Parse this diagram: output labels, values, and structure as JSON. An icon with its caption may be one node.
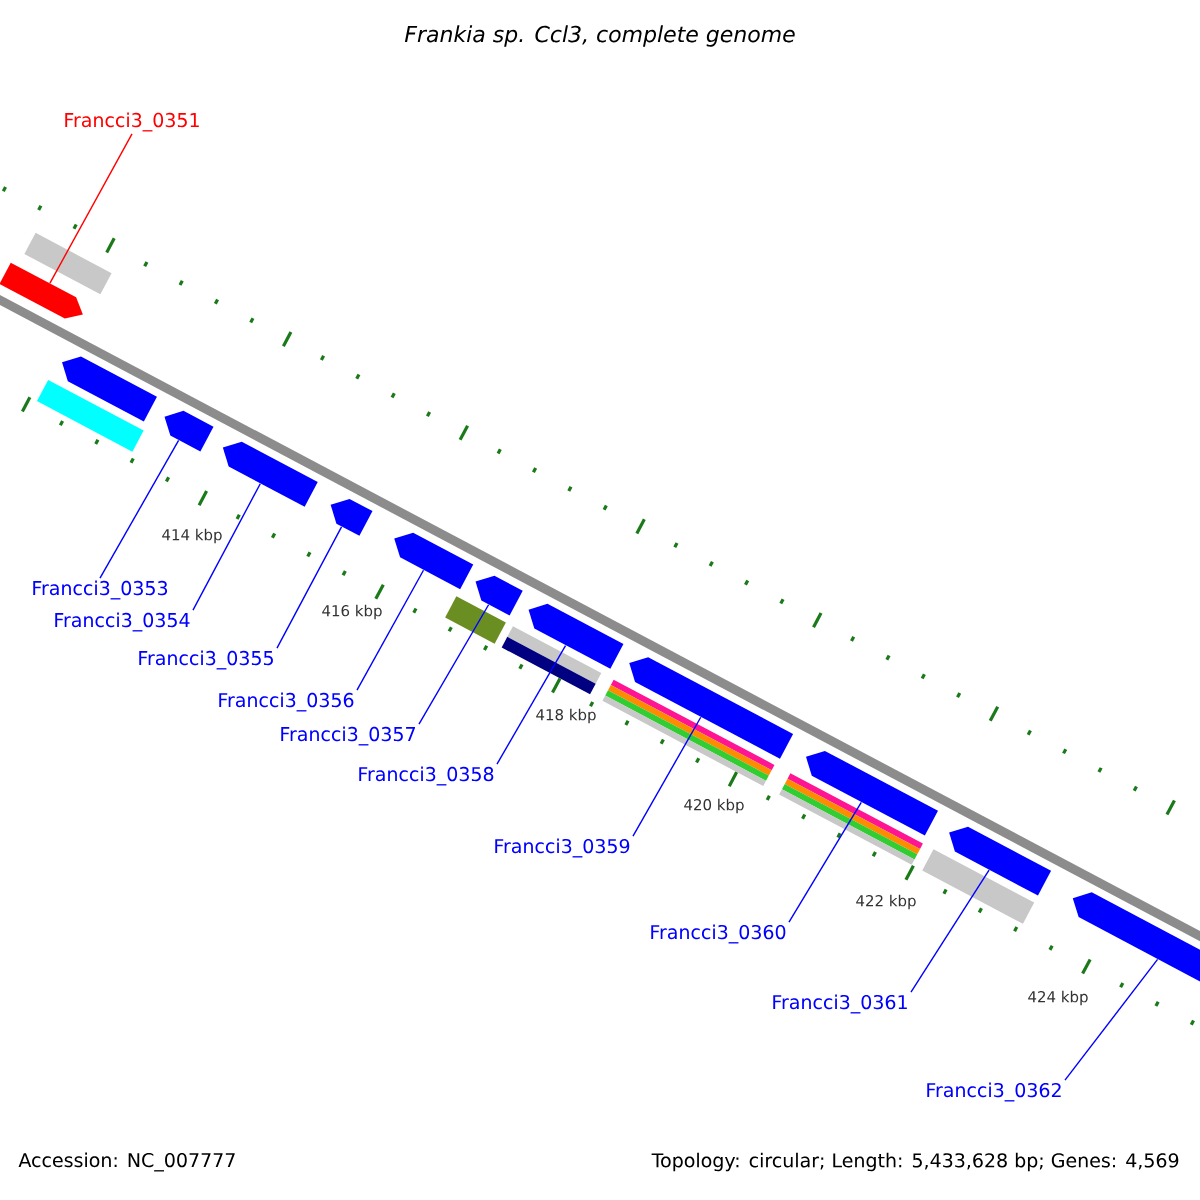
{
  "diagram": {
    "title": "Frankia sp. Ccl3, complete genome",
    "nodes": [
      {
        "text": [
          "Francci3_0351"
        ]
      },
      {
        "text": [],
        "shape": "arrow"
      },
      {
        "text": [
          "Francci3_0353"
        ]
      },
      {
        "text": [
          "Francci3_0354"
        ]
      },
      {
        "text": [
          "Francci3_0355"
        ]
      },
      {
        "text": [
          "Francci3_0356"
        ]
      },
      {
        "text": [
          "Francci3_0357"
        ]
      },
      {
        "text": [
          "Francci3_0358"
        ]
      },
      {
        "text": [
          "Francci3_0359"
        ]
      },
      {
        "text": [
          "Francci3_0360"
        ]
      },
      {
        "text": [
          "Francci3_0361"
        ]
      },
      {
        "text": [
          "Francci3_0362"
        ]
      },
      {
        "text": [],
        "shape": "arrow"
      },
      {
        "text": [],
        "shape": "arrow"
      },
      {
        "text": [],
        "shape": "arrow"
      },
      {
        "text": [],
        "shape": "arrow"
      },
      {
        "text": [],
        "shape": "arrow"
      },
      {
        "text": [],
        "shape": "arrow"
      },
      {
        "text": [],
        "shape": "arrow"
      },
      {
        "text": [],
        "shape": "arrow"
      },
      {
        "text": [],
        "shape": "arrow"
      },
      {
        "text": [],
        "shape": "arrow"
      },
      {
        "text": [],
        "shape": "arrow"
      }
    ],
    "edges": [
      {
        "from": 0,
        "to": 1,
        "arrow": "none",
        "color": "#ff0000"
      },
      {
        "from": 2,
        "to": 13,
        "arrow": "none"
      },
      {
        "from": 3,
        "to": 14,
        "arrow": "none"
      },
      {
        "from": 4,
        "to": 15,
        "arrow": "none"
      },
      {
        "from": 5,
        "to": 16,
        "arrow": "none"
      },
      {
        "from": 6,
        "to": 17,
        "arrow": "none"
      },
      {
        "from": 7,
        "to": 18,
        "arrow": "none"
      },
      {
        "from": 8,
        "to": 19,
        "arrow": "none"
      },
      {
        "from": 9,
        "to": 20,
        "arrow": "none"
      },
      {
        "from": 10,
        "to": 21,
        "arrow": "none"
      },
      {
        "from": 11,
        "to": 22,
        "arrow": "none"
      }
    ],
    "labels": [
      "414 kbp",
      "416 kbp",
      "418 kbp",
      "420 kbp",
      "422 kbp",
      "424 kbp",
      "Accession: NC_007777",
      "Topology: circular; Length: 5,433,628 bp; Genes: 4,569"
    ]
  }
}
